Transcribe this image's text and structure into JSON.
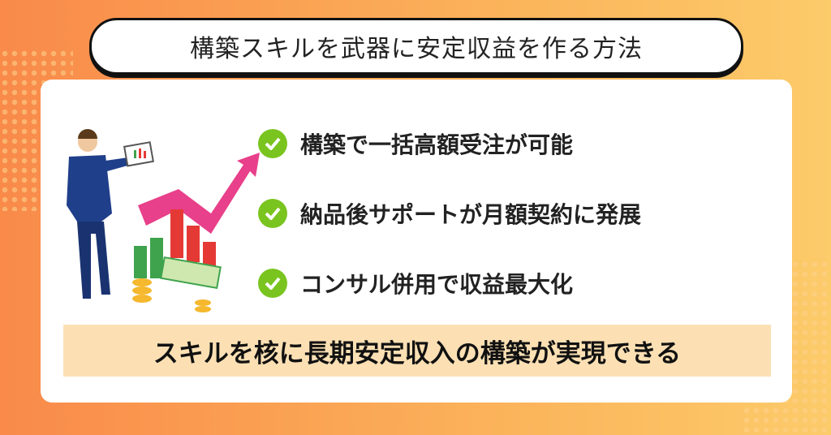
{
  "title": "構築スキルを武器に安定収益を作る方法",
  "points": [
    {
      "text": "構築で一括高額受注が可能",
      "icon": "check-circle-icon"
    },
    {
      "text": "納品後サポートが月額契約に発展",
      "icon": "check-circle-icon"
    },
    {
      "text": "コンサル併用で収益最大化",
      "icon": "check-circle-icon"
    }
  ],
  "summary": "スキルを核に長期安定収入の構築が実現できる",
  "colors": {
    "accent": "#7ac41f",
    "highlight": "#fce0b4",
    "arrow": "#e8408a"
  }
}
